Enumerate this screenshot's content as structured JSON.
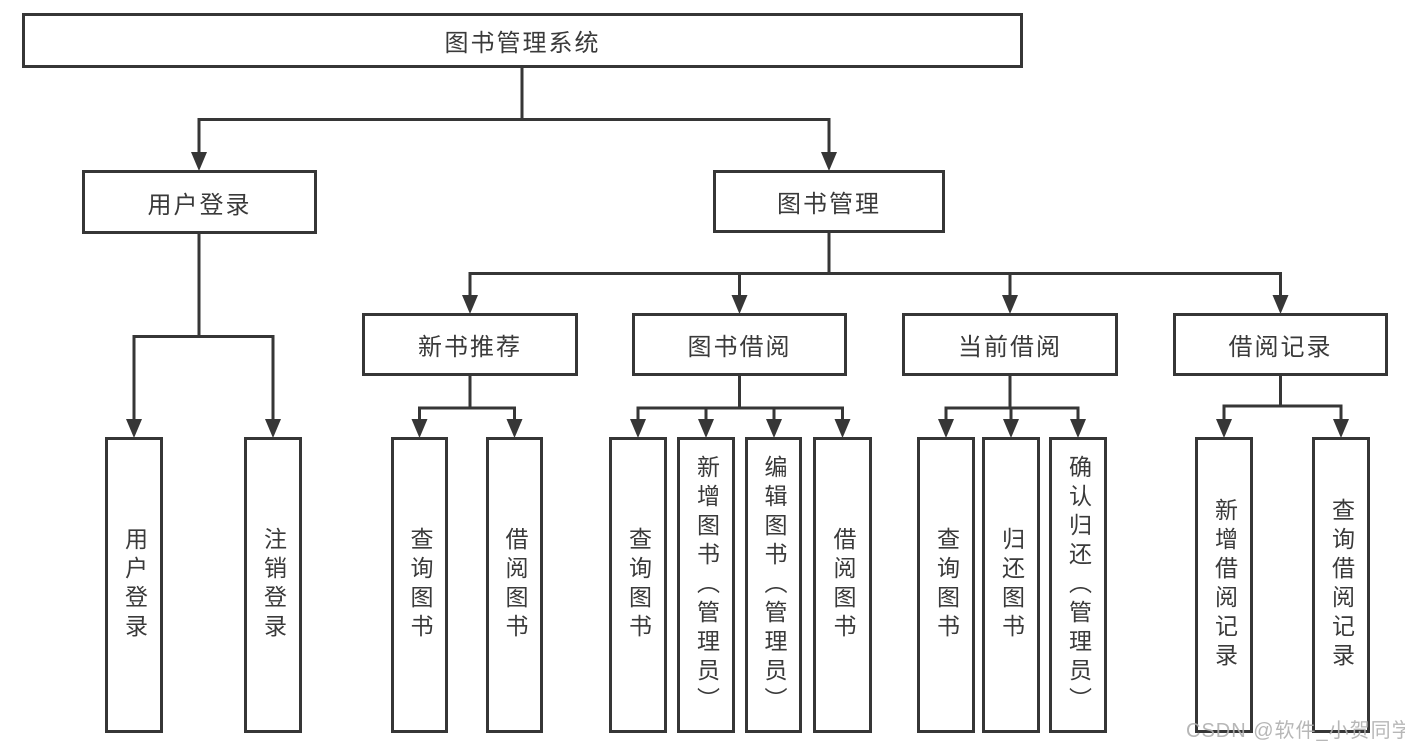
{
  "diagram": {
    "root": {
      "label": "图书管理系统"
    },
    "branches": [
      {
        "label": "用户登录",
        "children": [
          {
            "label": "用户登录"
          },
          {
            "label": "注销登录"
          }
        ]
      },
      {
        "label": "图书管理",
        "children": [
          {
            "label": "新书推荐",
            "children": [
              {
                "label": "查询图书"
              },
              {
                "label": "借阅图书"
              }
            ]
          },
          {
            "label": "图书借阅",
            "children": [
              {
                "label": "查询图书"
              },
              {
                "label": "新增图书（管理员）"
              },
              {
                "label": "编辑图书（管理员）"
              },
              {
                "label": "借阅图书"
              }
            ]
          },
          {
            "label": "当前借阅",
            "children": [
              {
                "label": "查询图书"
              },
              {
                "label": "归还图书"
              },
              {
                "label": "确认归还（管理员）"
              }
            ]
          },
          {
            "label": "借阅记录",
            "children": [
              {
                "label": "新增借阅记录"
              },
              {
                "label": "查询借阅记录"
              }
            ]
          }
        ]
      }
    ],
    "colors": {
      "line": "#363636",
      "border": "#363636",
      "text": "#3a3a3a",
      "background": "#ffffff",
      "watermark": "#afafaf"
    },
    "watermark": "CSDN @软件_小贺同学"
  }
}
